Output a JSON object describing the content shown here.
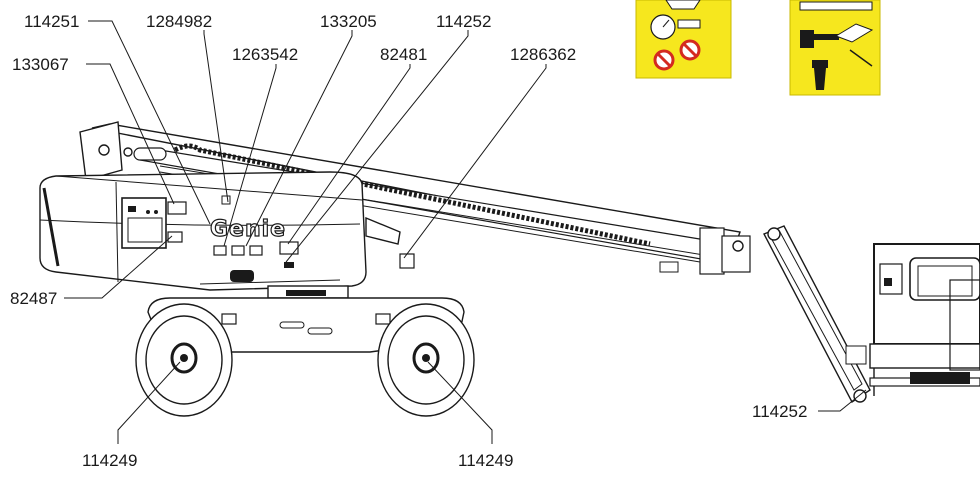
{
  "brand": "Genie",
  "callouts": [
    {
      "id": "c1",
      "label": "114251"
    },
    {
      "id": "c2",
      "label": "1284982"
    },
    {
      "id": "c3",
      "label": "133205"
    },
    {
      "id": "c4",
      "label": "114252"
    },
    {
      "id": "c5",
      "label": "1263542"
    },
    {
      "id": "c6",
      "label": "82481"
    },
    {
      "id": "c7",
      "label": "1286362"
    },
    {
      "id": "c8",
      "label": "133067"
    },
    {
      "id": "c9",
      "label": "82487"
    },
    {
      "id": "c10",
      "label": "114252"
    },
    {
      "id": "c11",
      "label": "114249"
    },
    {
      "id": "c12",
      "label": "114249"
    }
  ],
  "decals": [
    {
      "id": "decal-left",
      "icon": "warning-gauge-icon"
    },
    {
      "id": "decal-right",
      "icon": "manual-read-icon"
    }
  ]
}
